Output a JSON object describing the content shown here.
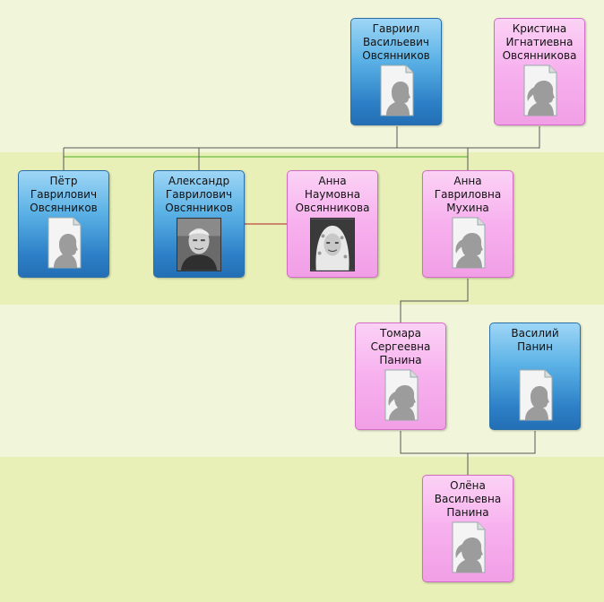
{
  "people": {
    "gavriil": {
      "name": "Гавриил\nВасильевич\nОвсянников"
    },
    "kristina": {
      "name": "Кристина\nИгнатиевна\nОвсянникова"
    },
    "petr": {
      "name": "Пётр\nГаврилович\nОвсянников"
    },
    "aleksandr": {
      "name": "Александр\nГаврилович\nОвсянников"
    },
    "anna_n": {
      "name": "Анна\nНаумовна\nОвсянникова"
    },
    "anna_g": {
      "name": "Анна\nГавриловна\nМухина"
    },
    "tomara": {
      "name": "Томара\nСергеевна\nПанина"
    },
    "vasiliy": {
      "name": "Василий\nПанин"
    },
    "olena": {
      "name": "Олёна\nВасильевна\nПанина"
    }
  },
  "colors": {
    "male_card": "#2c7fc6",
    "female_card": "#f7b0ee",
    "child_line": "#4caf1f",
    "spouse_line": "#b02020",
    "connector": "#555555"
  }
}
